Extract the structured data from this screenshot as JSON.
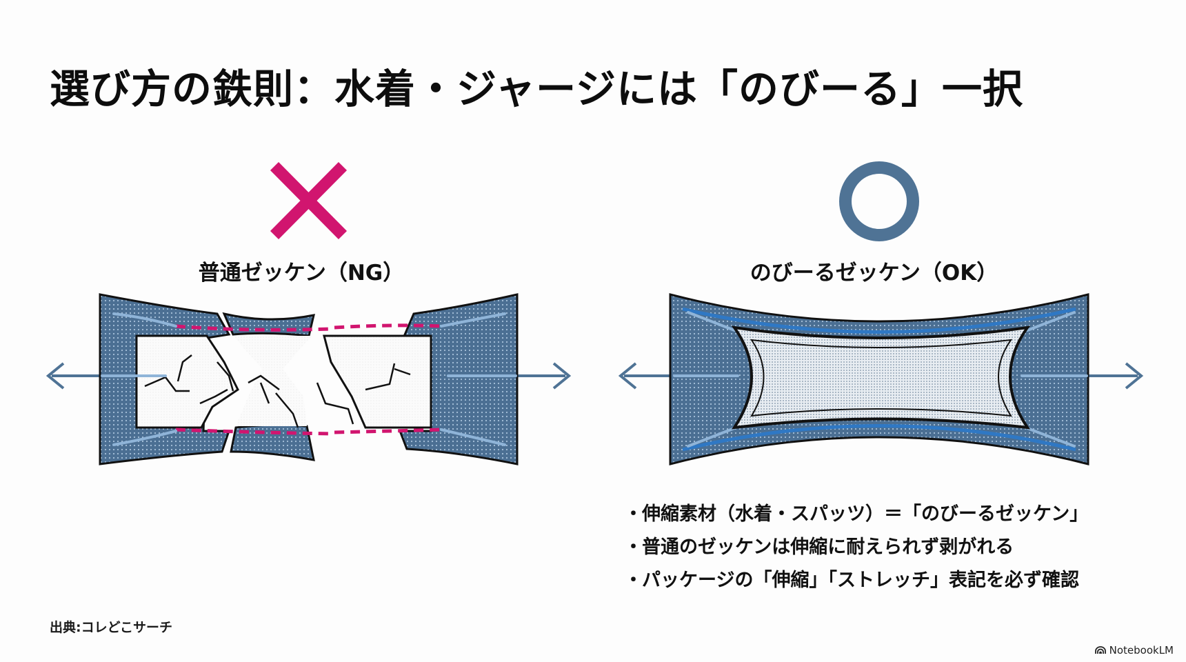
{
  "title": "選び方の鉄則：水着・ジャージには「のびーる」一択",
  "panels": {
    "ng": {
      "mark_icon": "cross-mark-icon",
      "mark_color": "#d1156f",
      "label": "普通ゼッケン（NG）",
      "illustration": "torn-rigid-bib-on-stretched-fabric"
    },
    "ok": {
      "mark_icon": "circle-mark-icon",
      "mark_color": "#4f7395",
      "label": "のびーるゼッケン（OK）",
      "illustration": "stretchy-bib-on-stretched-fabric"
    }
  },
  "bullets": {
    "marker": "・",
    "items": [
      "伸縮素材（水着・スパッツ）＝「のびーるゼッケン」",
      "普通のゼッケンは伸縮に耐えられず剥がれる",
      "パッケージの「伸縮」「ストレッチ」表記を必ず確認"
    ]
  },
  "source": "出典:コレどこサーチ",
  "brand": {
    "icon": "notebooklm-logo-icon",
    "label": "NotebookLM"
  },
  "colors": {
    "fabric": "#4b6f93",
    "fabric_dot": "#a9c3dc",
    "stitch": "#d1156f",
    "arrow": "#4f7395",
    "stretch_line": "#2f78c4",
    "highlight": "#8fb4d8"
  }
}
